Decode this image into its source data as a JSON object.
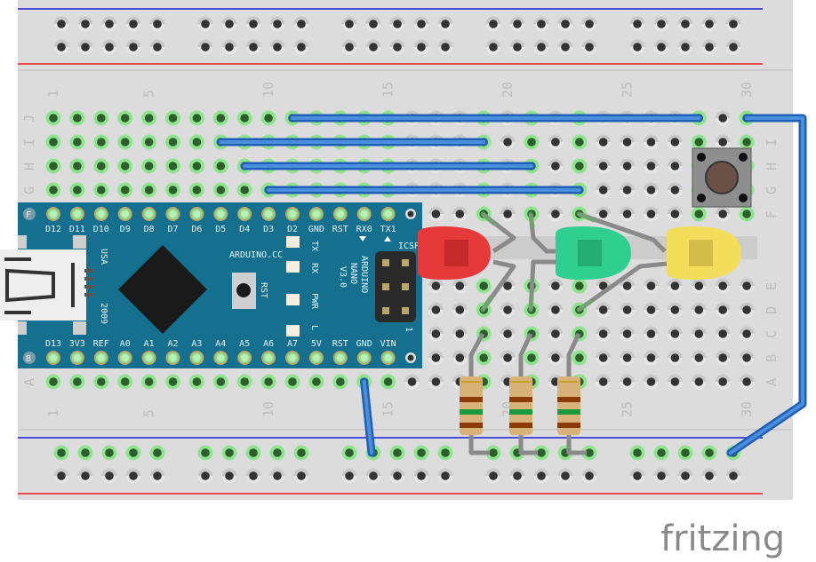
{
  "breadboard": {
    "row_letters_top": [
      "J",
      "I",
      "H",
      "G",
      "F"
    ],
    "row_letters_bottom": [
      "E",
      "D",
      "C",
      "B",
      "A"
    ],
    "column_numbers": [
      "1",
      "5",
      "10",
      "15",
      "20",
      "25",
      "30"
    ],
    "colors": {
      "board": "#dcdcdc",
      "rail_blue": "#1a1ad8",
      "rail_red": "#e82020",
      "hole": "#333333",
      "hole_connected": "#2d5f2d",
      "hole_ring_connected": "#90e490",
      "wire": "#1f5fb8",
      "wire_highlight": "#4a8fdc",
      "lead": "#8a8a8a"
    }
  },
  "arduino": {
    "top_pins": [
      "D12",
      "D11",
      "D10",
      "D9",
      "D8",
      "D7",
      "D6",
      "D5",
      "D4",
      "D3",
      "D2",
      "GND",
      "RST",
      "RX0",
      "TX1"
    ],
    "bottom_pins": [
      "D13",
      "3V3",
      "REF",
      "A0",
      "A1",
      "A2",
      "A3",
      "A4",
      "A5",
      "A6",
      "A7",
      "5V",
      "RST",
      "GND",
      "VIN"
    ],
    "site": "ARDUINO.CC",
    "leds": [
      "TX",
      "RX",
      "PWR",
      "L"
    ],
    "reset_label": "RST",
    "usb_labels": [
      "USA",
      "2009"
    ],
    "model_lines": [
      "ARDUINO",
      "NANO",
      "V3.0"
    ],
    "icsp_label": "ICSP",
    "icsp_pin1": "1",
    "corner_f": "F",
    "corner_b": "B",
    "color": "#15708f"
  },
  "components": {
    "leds": [
      {
        "color": "red",
        "hex": "#e63a3a"
      },
      {
        "color": "green",
        "hex": "#2fcf8f"
      },
      {
        "color": "yellow",
        "hex": "#f2de5a"
      }
    ],
    "resistors": 3,
    "pushbutton": 1
  },
  "logo": "fritzing"
}
